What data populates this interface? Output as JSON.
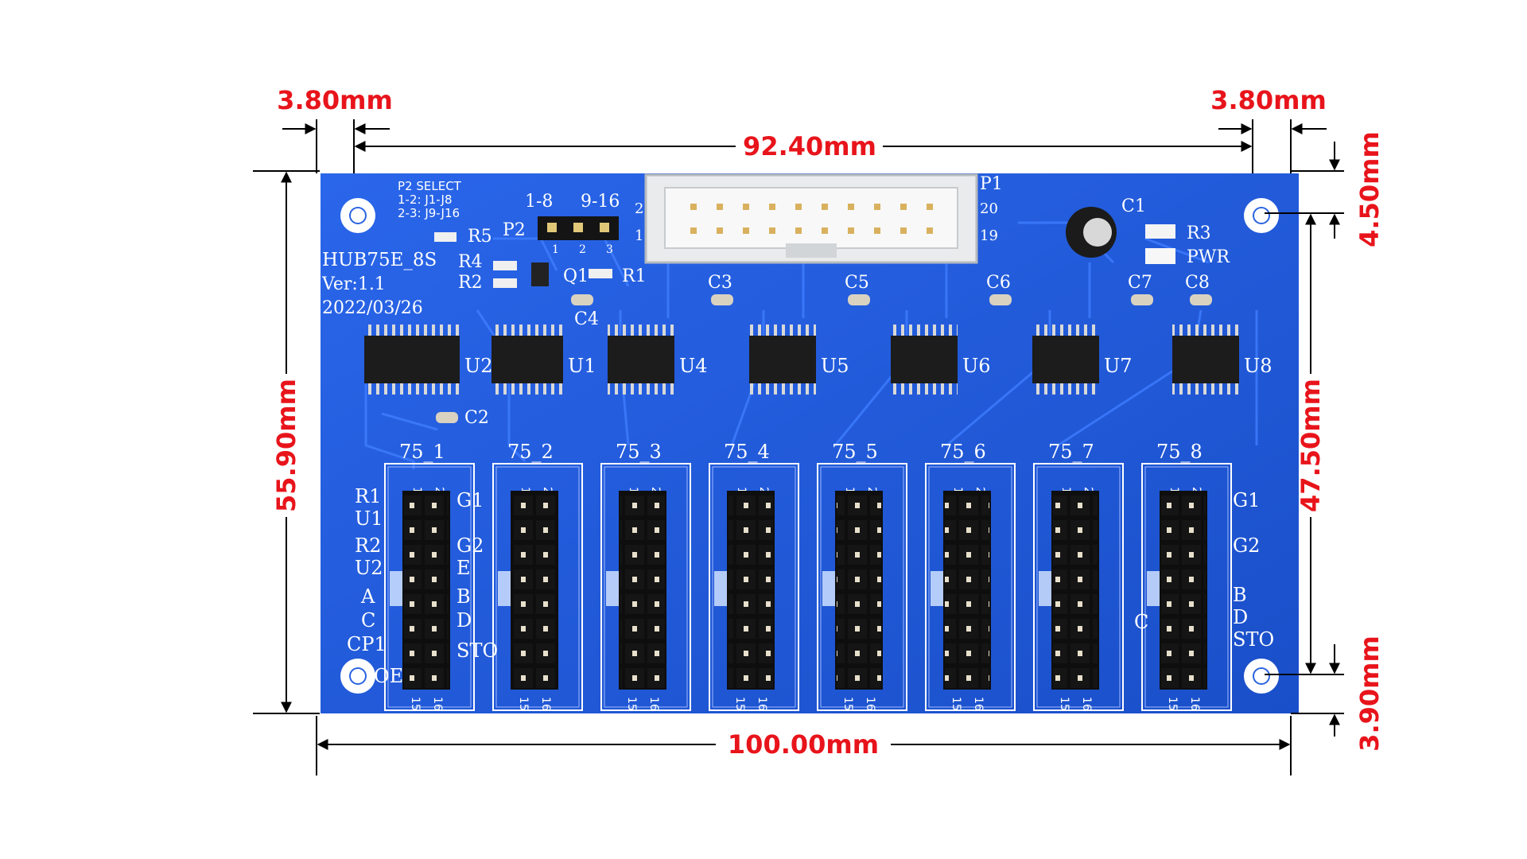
{
  "dimensions": {
    "left_margin": "3.80mm",
    "right_margin": "3.80mm",
    "hole_spacing": "92.40mm",
    "top_offset": "4.50mm",
    "board_height": "55.90mm",
    "hole_vertical_spacing": "47.50mm",
    "bottom_offset": "3.90mm",
    "board_width": "100.00mm"
  },
  "board": {
    "model": "HUB75E_8S",
    "version": "Ver:1.1",
    "date": "2022/03/26",
    "p2_select": [
      "P2 SELECT",
      "1-2: J1-J8",
      "2-3: J9-J16"
    ],
    "jumper_label": "P2",
    "jumper_range_left": "1-8",
    "jumper_range_right": "9-16",
    "jumper_pins": [
      "1",
      "2",
      "3"
    ],
    "p1_label": "P1",
    "p1_pin_20": "20",
    "p1_pin_19": "19",
    "p1_pin_2": "2",
    "p1_pin_1": "1",
    "cap_c1": "C1",
    "res_r3": "R3",
    "led_pwr": "PWR",
    "res_r5": "R5",
    "res_r4": "R4",
    "res_r2": "R2",
    "res_r1": "R1",
    "tr_q1": "Q1",
    "caps": [
      "C3",
      "C5",
      "C6",
      "C7",
      "C8",
      "C4",
      "C2"
    ],
    "chips": [
      "U2",
      "U1",
      "U4",
      "U5",
      "U6",
      "U7",
      "U8"
    ],
    "ports": [
      "75_1",
      "75_2",
      "75_3",
      "75_4",
      "75_5",
      "75_6",
      "75_7",
      "75_8"
    ],
    "header_top_pins": [
      "1",
      "2"
    ],
    "header_bottom_pins": [
      "15",
      "16"
    ],
    "left_signals": [
      "R1",
      "U1",
      "R2",
      "U2",
      "A",
      "C",
      "CP1",
      "OE"
    ],
    "right_signals_1": [
      "G1",
      "G2",
      "E",
      "B",
      "D",
      "STO"
    ],
    "right_signals_8": [
      "G1",
      "G2",
      "B",
      "D",
      "STO"
    ],
    "left_signal_8": "C"
  },
  "colors": {
    "board": "#1d57d6",
    "board_light": "#2f6cf0",
    "trace": "#3d7bff",
    "dimension": "#e8141b",
    "connector": "#e9ebec",
    "chip": "#1c1c1c",
    "pin_gold": "#d9b15e"
  }
}
